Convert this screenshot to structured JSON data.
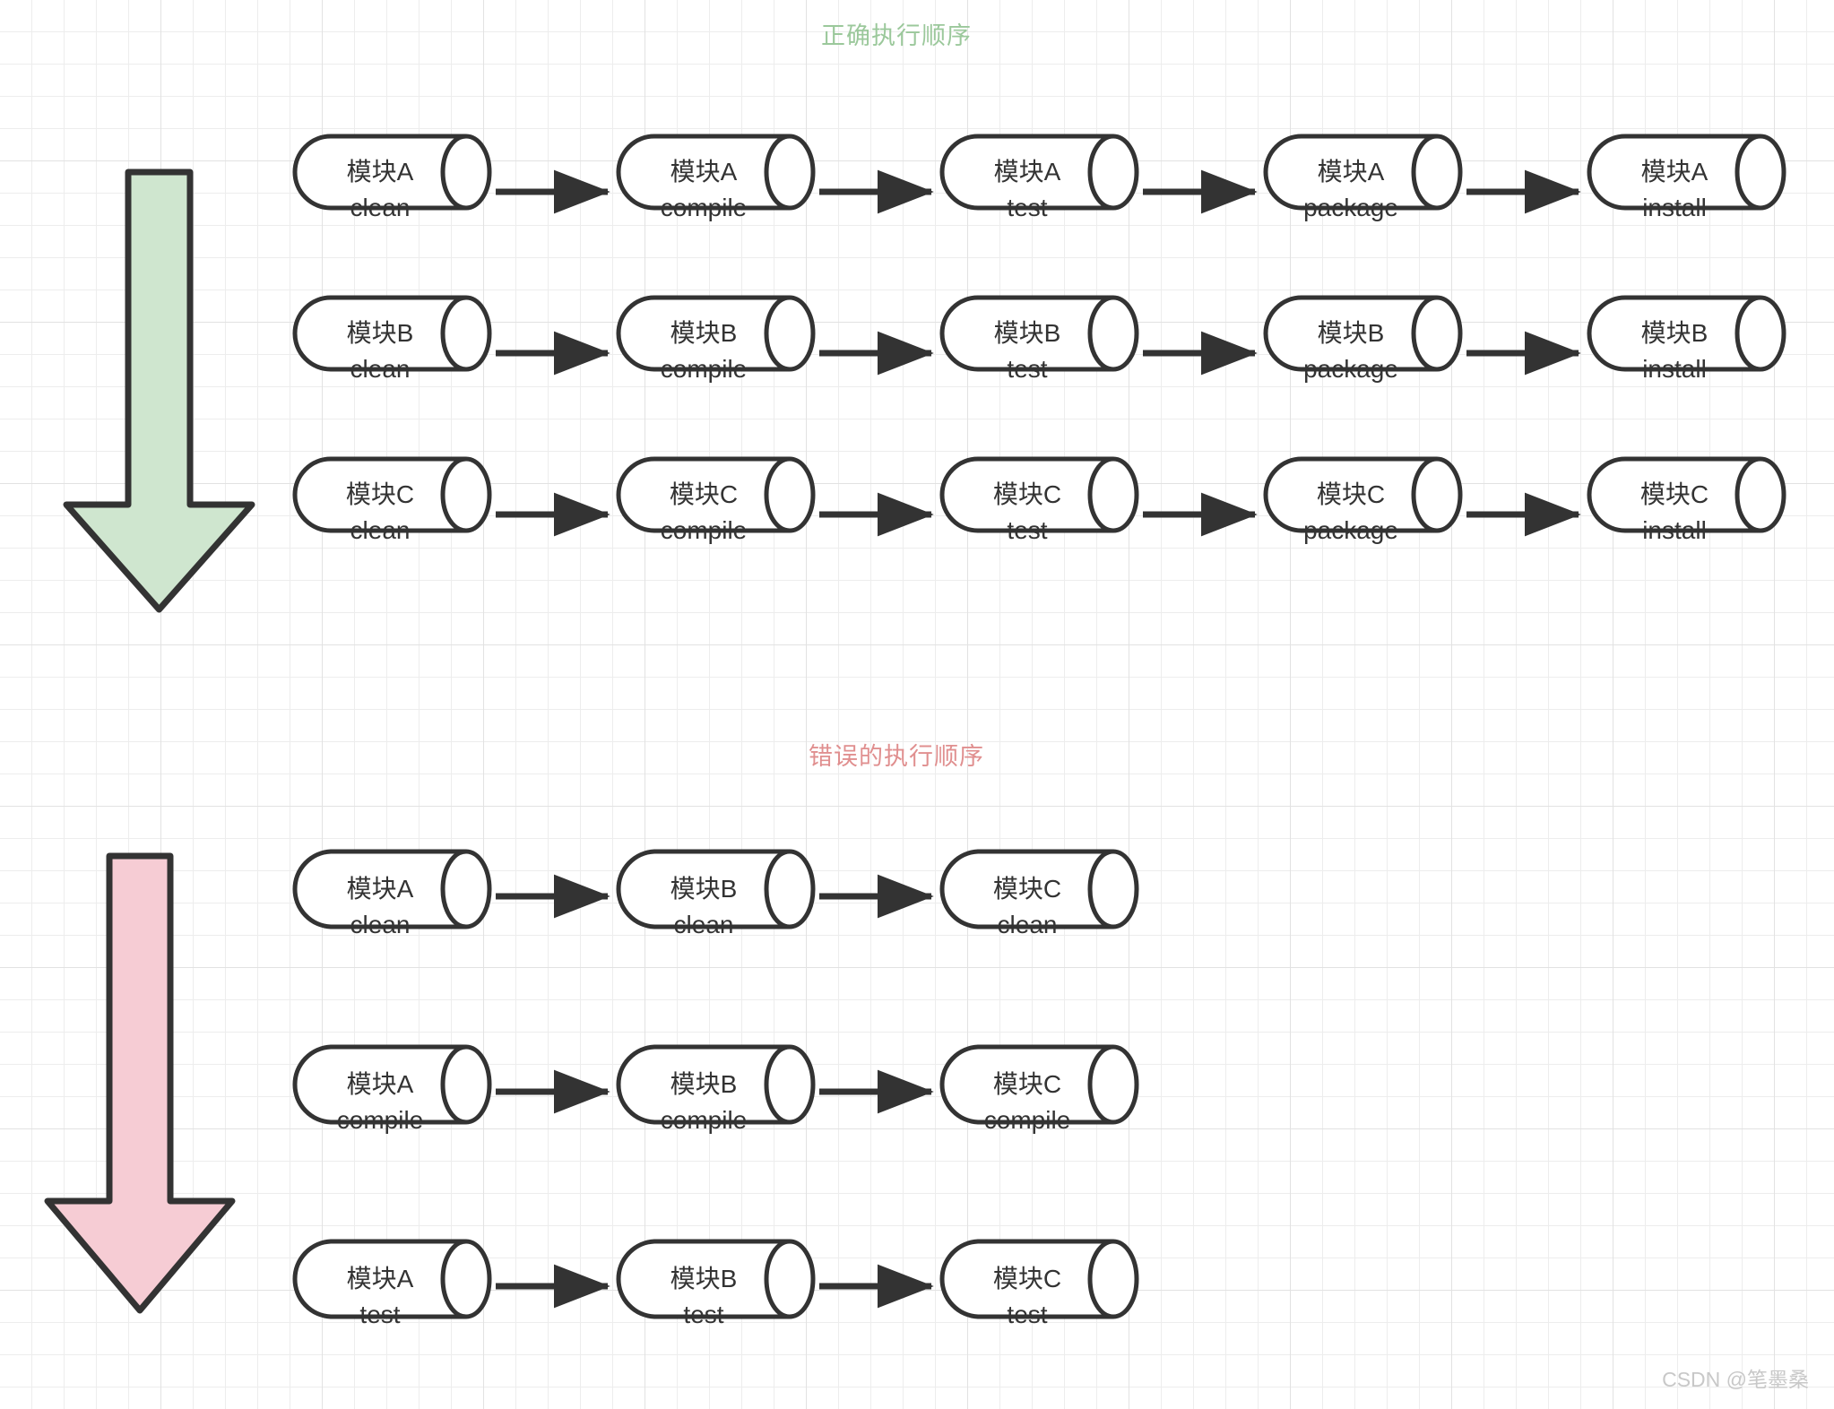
{
  "diagram": {
    "title_correct": "正确执行顺序",
    "title_correct_color": "#9bc89b",
    "title_wrong": "错误的执行顺序",
    "title_wrong_color": "#e08f8f",
    "arrow_green_fill": "#cfe6cf",
    "arrow_red_fill": "#f6ccd4",
    "arrow_stroke": "#333333",
    "node_stroke": "#333333",
    "node_fill": "#ffffff",
    "connector_color": "#333333",
    "grid_color": "#e2e2e2",
    "watermark": "CSDN @笔墨桑"
  },
  "correct_section": {
    "label": "正确执行顺序",
    "rows": [
      {
        "module": "模块A",
        "nodes": [
          {
            "module": "模块A",
            "phase": "clean"
          },
          {
            "module": "模块A",
            "phase": "compile"
          },
          {
            "module": "模块A",
            "phase": "test"
          },
          {
            "module": "模块A",
            "phase": "package"
          },
          {
            "module": "模块A",
            "phase": "install"
          }
        ]
      },
      {
        "module": "模块B",
        "nodes": [
          {
            "module": "模块B",
            "phase": "clean"
          },
          {
            "module": "模块B",
            "phase": "compile"
          },
          {
            "module": "模块B",
            "phase": "test"
          },
          {
            "module": "模块B",
            "phase": "package"
          },
          {
            "module": "模块B",
            "phase": "install"
          }
        ]
      },
      {
        "module": "模块C",
        "nodes": [
          {
            "module": "模块C",
            "phase": "clean"
          },
          {
            "module": "模块C",
            "phase": "compile"
          },
          {
            "module": "模块C",
            "phase": "test"
          },
          {
            "module": "模块C",
            "phase": "package"
          },
          {
            "module": "模块C",
            "phase": "install"
          }
        ]
      }
    ]
  },
  "wrong_section": {
    "label": "错误的执行顺序",
    "rows": [
      {
        "phase": "clean",
        "nodes": [
          {
            "module": "模块A",
            "phase": "clean"
          },
          {
            "module": "模块B",
            "phase": "clean"
          },
          {
            "module": "模块C",
            "phase": "clean"
          }
        ]
      },
      {
        "phase": "compile",
        "nodes": [
          {
            "module": "模块A",
            "phase": "compile"
          },
          {
            "module": "模块B",
            "phase": "compile"
          },
          {
            "module": "模块C",
            "phase": "compile"
          }
        ]
      },
      {
        "phase": "test",
        "nodes": [
          {
            "module": "模块A",
            "phase": "test"
          },
          {
            "module": "模块B",
            "phase": "test"
          },
          {
            "module": "模块C",
            "phase": "test"
          }
        ]
      }
    ]
  }
}
